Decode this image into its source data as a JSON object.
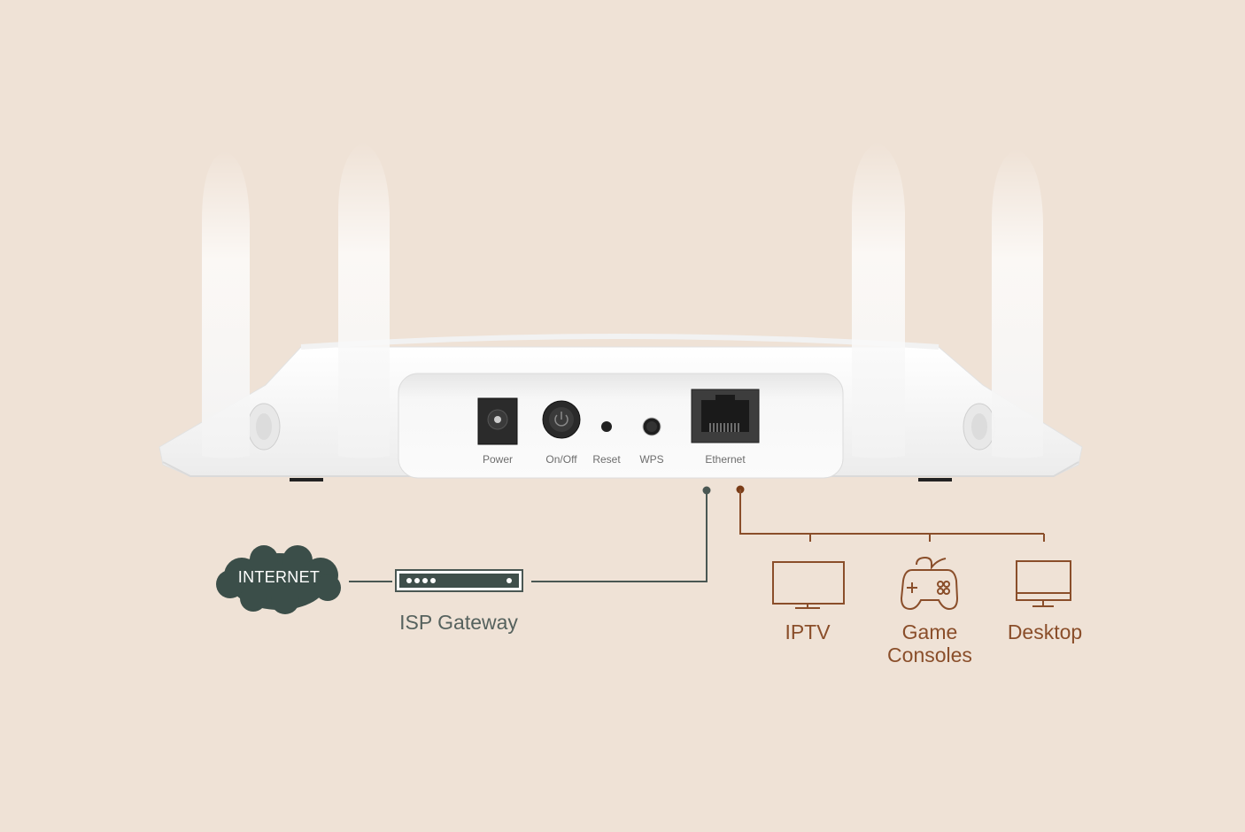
{
  "router": {
    "ports": [
      {
        "id": "power",
        "label": "Power"
      },
      {
        "id": "onoff",
        "label": "On/Off"
      },
      {
        "id": "reset",
        "label": "Reset"
      },
      {
        "id": "wps",
        "label": "WPS"
      },
      {
        "id": "ethernet",
        "label": "Ethernet"
      }
    ]
  },
  "upstream": {
    "cloud_label": "INTERNET",
    "gateway_label": "ISP Gateway"
  },
  "devices": [
    {
      "id": "iptv",
      "label_lines": [
        "IPTV"
      ],
      "icon": "tv-icon"
    },
    {
      "id": "game",
      "label_lines": [
        "Game",
        "Consoles"
      ],
      "icon": "gamepad-icon"
    },
    {
      "id": "desktop",
      "label_lines": [
        "Desktop"
      ],
      "icon": "monitor-icon"
    }
  ],
  "colors": {
    "background": "#efe2d6",
    "isp_line": "#4a5753",
    "device_line": "#8a4e2a",
    "cloud": "#3b4e49"
  }
}
